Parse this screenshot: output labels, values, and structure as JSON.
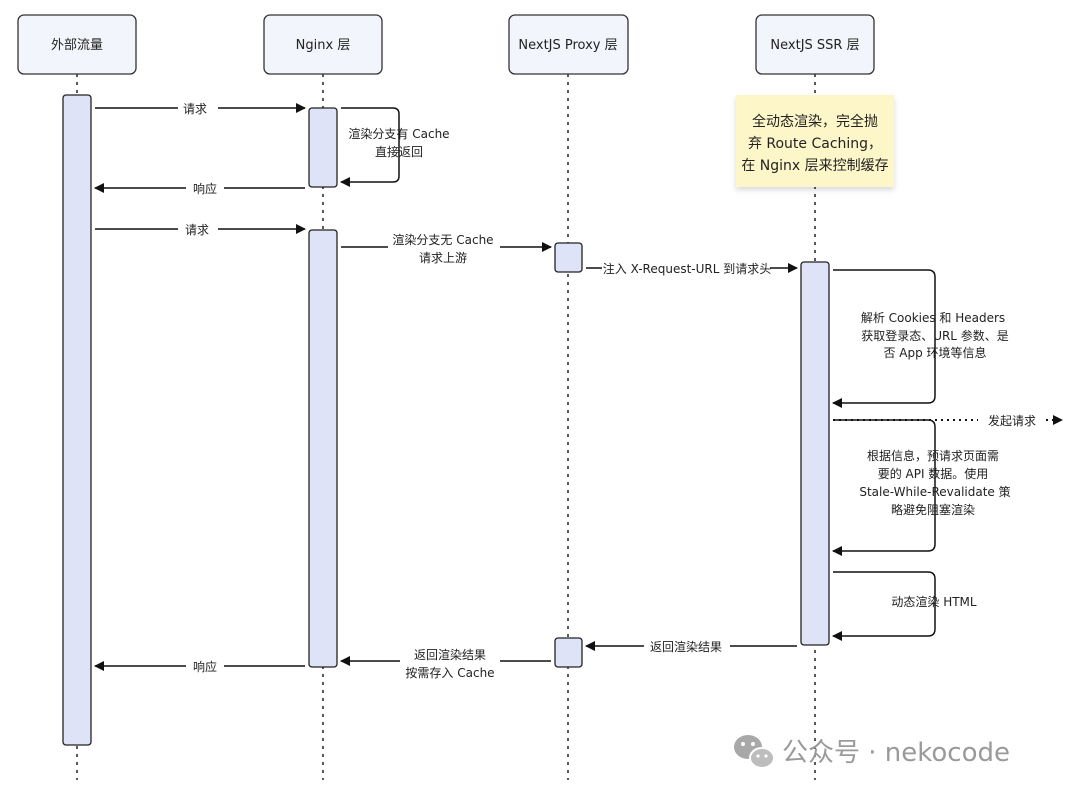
{
  "participants": {
    "external": "外部流量",
    "nginx": "Nginx 层",
    "proxy": "NextJS Proxy 层",
    "ssr": "NextJS SSR 层"
  },
  "messages": {
    "request_1": "请求",
    "nginx_cache_hit_1": "渲染分支有 Cache",
    "nginx_cache_hit_2": "直接返回",
    "response_1": "响应",
    "request_2": "请求",
    "nginx_to_proxy_1": "渲染分支无 Cache",
    "nginx_to_proxy_2": "请求上游",
    "proxy_to_ssr": "注入 X-Request-URL 到请求头",
    "ssr_parse_1": "解析 Cookies 和 Headers",
    "ssr_parse_2": "获取登录态、URL 参数、是",
    "ssr_parse_3": "否 App 环境等信息",
    "ssr_outbound": "发起请求",
    "ssr_prefetch_1": "根据信息，预请求页面需",
    "ssr_prefetch_2": "要的 API 数据。使用",
    "ssr_prefetch_3": "Stale-While-Revalidate 策",
    "ssr_prefetch_4": "略避免阻塞渲染",
    "ssr_render": "动态渲染 HTML",
    "ssr_return": "返回渲染结果",
    "proxy_return_1": "返回渲染结果",
    "proxy_return_2": "按需存入 Cache",
    "response_2": "响应"
  },
  "note": {
    "line1": "全动态渲染，完全抛",
    "line2": "弃 Route Caching，",
    "line3": "在 Nginx 层来控制缓存"
  },
  "watermark": "公众号 · nekocode",
  "colors": {
    "activation_fill": "#dfe3f7",
    "note_fill": "#fdf6c8",
    "line": "#222222"
  }
}
